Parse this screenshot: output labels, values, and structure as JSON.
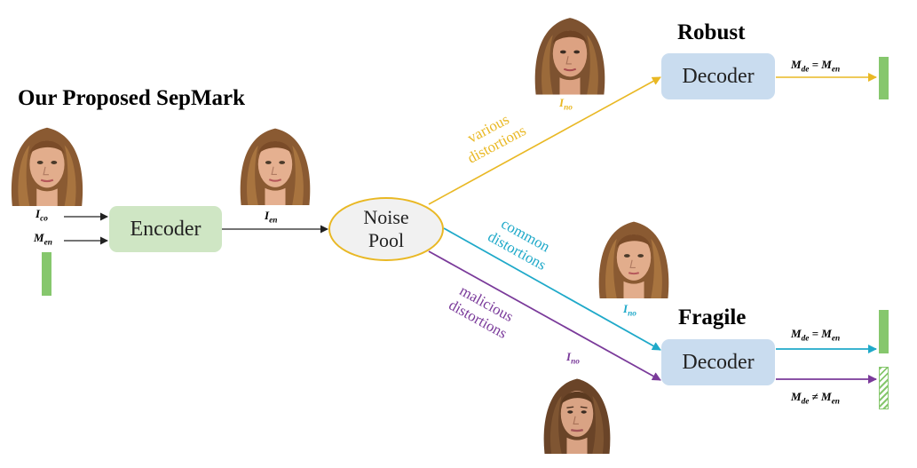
{
  "diagram": {
    "title": "Our Proposed SepMark",
    "robust_heading": "Robust",
    "fragile_heading": "Fragile",
    "encoder_label": "Encoder",
    "robust_decoder_label": "Decoder",
    "fragile_decoder_label": "Decoder",
    "noise_pool_line1": "Noise",
    "noise_pool_line2": "Pool",
    "inputs": {
      "cover_symbol": "I",
      "cover_sub": "co",
      "message_symbol": "M",
      "message_sub": "en"
    },
    "encoded_symbol": "I",
    "encoded_sub": "en",
    "noised_symbol": "I",
    "noised_sub": "no",
    "branches": {
      "various_line1": "various",
      "various_line2": "distortions",
      "common_line1": "common",
      "common_line2": "distortions",
      "malicious_line1": "malicious",
      "malicious_line2": "distortions"
    },
    "outputs": {
      "robust_eq": "M",
      "robust_eq_sub1": "de",
      "robust_eq_op": " = M",
      "robust_eq_sub2": "en",
      "fragile_eq": "M",
      "fragile_eq_sub1": "de",
      "fragile_eq_op": " = M",
      "fragile_eq_sub2": "en",
      "fragile_neq": "M",
      "fragile_neq_sub1": "de",
      "fragile_neq_op": " ≠ M",
      "fragile_neq_sub2": "en"
    },
    "colors": {
      "various": "#e9b824",
      "common": "#1fa9c9",
      "malicious": "#7a3a9a",
      "black": "#222222",
      "message_bar": "#86c76d"
    },
    "icons": {
      "face_original": "portrait-woman-icon",
      "face_forged": "portrait-forged-icon"
    }
  }
}
